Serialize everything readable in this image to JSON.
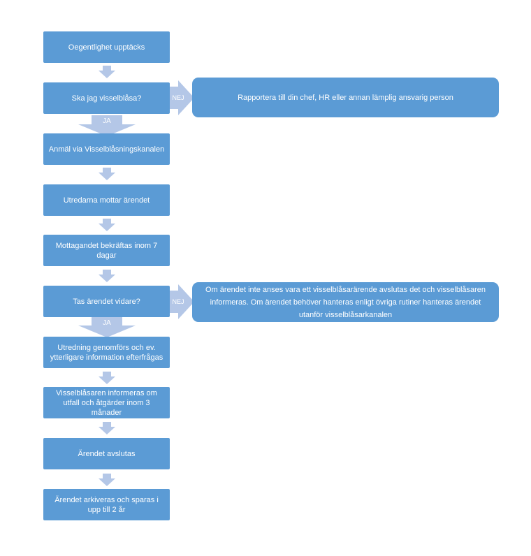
{
  "flow": {
    "steps": [
      "Oegentlighet upptäcks",
      "Ska jag visselblåsa?",
      "Anmäl via Visselblåsningskanalen",
      "Utredarna mottar ärendet",
      "Mottagandet bekräftas inom 7 dagar",
      "Tas ärendet vidare?",
      "Utredning genomförs och ev. ytterligare information efterfrågas",
      "Visselblåsaren informeras om utfall och åtgärder inom 3 månader",
      "Ärendet avslutas",
      "Ärendet arkiveras och sparas i upp till 2 år"
    ],
    "ja_label": "JA",
    "nej_label": "NEJ",
    "side_1": "Rapportera till din chef, HR eller annan lämplig ansvarig person",
    "side_2": "Om ärendet inte anses vara ett visselblåsarärende avslutas det och visselblåsaren informeras. Om ärendet behöver hanteras enligt övriga rutiner hanteras ärendet utanför visselblåsarkanalen"
  },
  "colors": {
    "box": "#5b9bd5",
    "arrow": "#b4c7e7"
  }
}
